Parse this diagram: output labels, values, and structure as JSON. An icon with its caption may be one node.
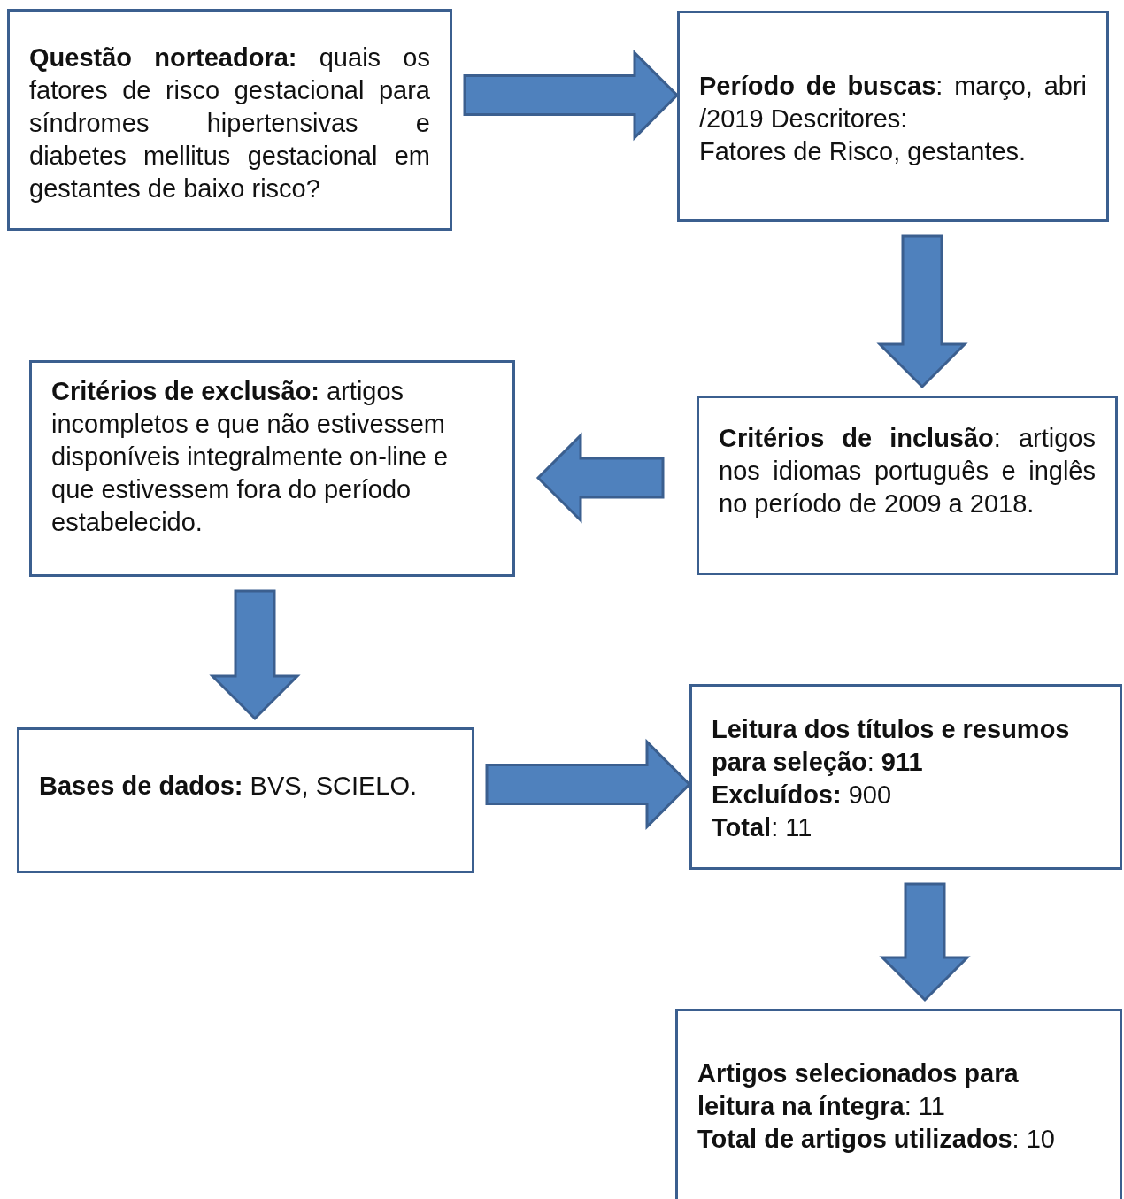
{
  "diagram": {
    "nodes": [
      {
        "text": [
          "**Questão norteadora:** quais os fatores de risco gestacional para síndromes hipertensivas e diabetes mellitus gestacional em gestantes de baixo risco?"
        ]
      },
      {
        "text": [
          "**Período de buscas**: março, abri /2019 Descritores:",
          "Fatores de Risco, gestantes."
        ]
      },
      {
        "text": [
          "**Critérios de inclusão**: artigos nos idiomas português e inglês no período de 2009 a 2018."
        ]
      },
      {
        "text": [
          "**Critérios de exclusão:** artigos incompletos e que não estivessem disponíveis integralmente on-line e que estivessem fora do período estabelecido."
        ]
      },
      {
        "text": [
          "**Bases de dados:** BVS, SCIELO."
        ]
      },
      {
        "text": [
          "**Leitura dos títulos e resumos para seleção**: **911**",
          "**Excluídos:** 900",
          "**Total**: 11"
        ]
      },
      {
        "text": [
          "**Artigos selecionados para leitura na íntegra**: 11",
          "**Total de artigos utilizados**: 10"
        ]
      }
    ],
    "edges": [
      {
        "from": 0,
        "to": 1,
        "arrow": "to"
      },
      {
        "from": 1,
        "to": 2,
        "arrow": "to"
      },
      {
        "from": 2,
        "to": 3,
        "arrow": "to"
      },
      {
        "from": 3,
        "to": 4,
        "arrow": "to"
      },
      {
        "from": 4,
        "to": 5,
        "arrow": "to"
      },
      {
        "from": 5,
        "to": 6,
        "arrow": "to"
      }
    ]
  }
}
